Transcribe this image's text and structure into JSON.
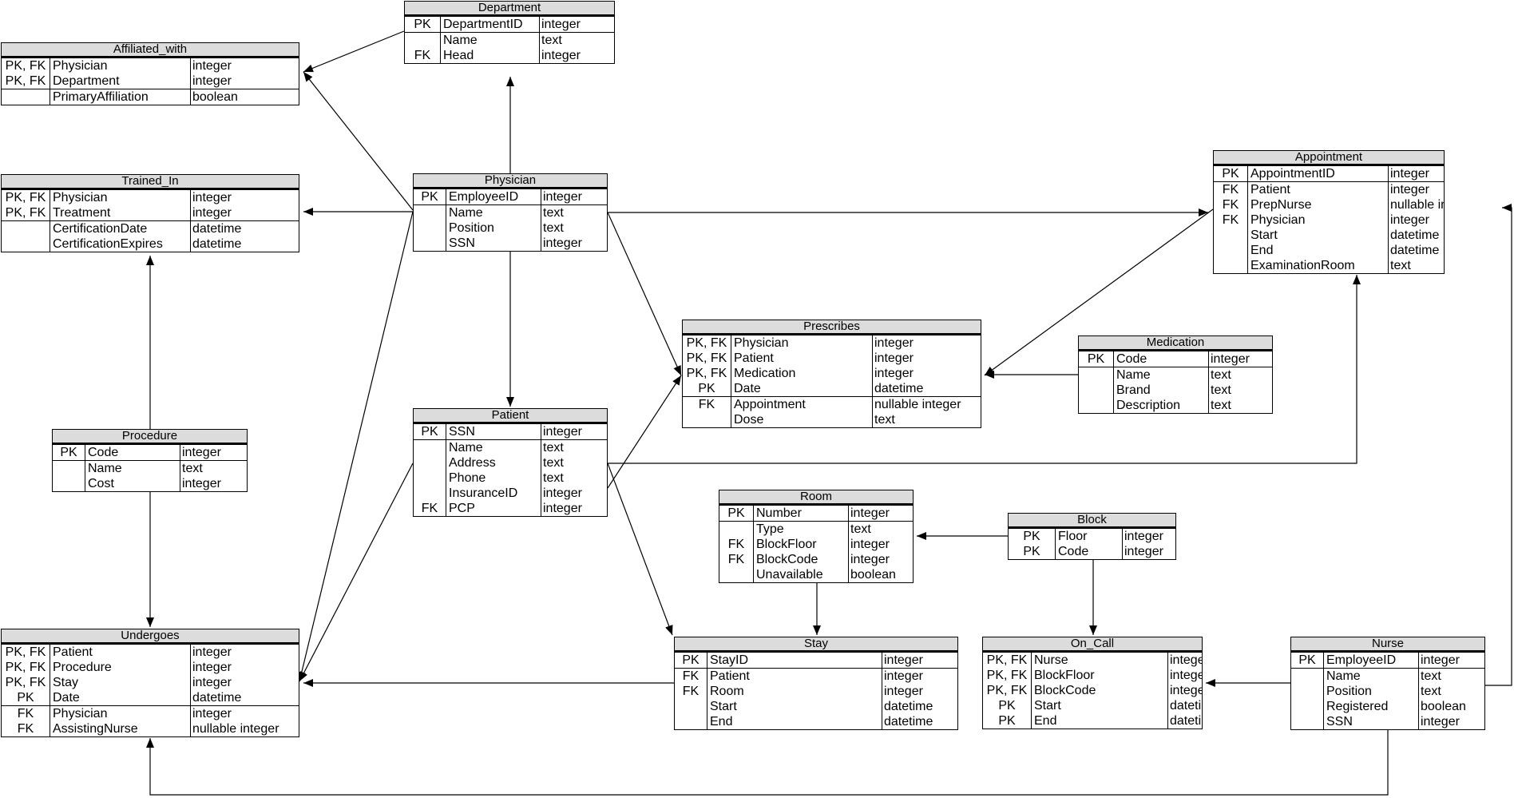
{
  "entities": [
    {
      "id": "department",
      "title": "Department",
      "groups": [
        [
          [
            "PK",
            "DepartmentID",
            "integer"
          ]
        ],
        [
          [
            "",
            "Name",
            "text"
          ],
          [
            "FK",
            "Head",
            "integer"
          ]
        ]
      ]
    },
    {
      "id": "affiliated-with",
      "title": "Affiliated_with",
      "groups": [
        [
          [
            "PK, FK",
            "Physician",
            "integer"
          ],
          [
            "PK, FK",
            "Department",
            "integer"
          ]
        ],
        [
          [
            "",
            "PrimaryAffiliation",
            "boolean"
          ]
        ]
      ]
    },
    {
      "id": "trained-in",
      "title": "Trained_In",
      "groups": [
        [
          [
            "PK, FK",
            "Physician",
            "integer"
          ],
          [
            "PK, FK",
            "Treatment",
            "integer"
          ]
        ],
        [
          [
            "",
            "CertificationDate",
            "datetime"
          ],
          [
            "",
            "CertificationExpires",
            "datetime"
          ]
        ]
      ]
    },
    {
      "id": "physician",
      "title": "Physician",
      "groups": [
        [
          [
            "PK",
            "EmployeeID",
            "integer"
          ]
        ],
        [
          [
            "",
            "Name",
            "text"
          ],
          [
            "",
            "Position",
            "text"
          ],
          [
            "",
            "SSN",
            "integer"
          ]
        ]
      ]
    },
    {
      "id": "appointment",
      "title": "Appointment",
      "groups": [
        [
          [
            "PK",
            "AppointmentID",
            "integer"
          ]
        ],
        [
          [
            "FK",
            "Patient",
            "integer"
          ],
          [
            "FK",
            "PrepNurse",
            "nullable integer"
          ],
          [
            "FK",
            "Physician",
            "integer"
          ],
          [
            "",
            "Start",
            "datetime"
          ],
          [
            "",
            "End",
            "datetime"
          ],
          [
            "",
            "ExaminationRoom",
            "text"
          ]
        ]
      ]
    },
    {
      "id": "prescribes",
      "title": "Prescribes",
      "groups": [
        [
          [
            "PK, FK",
            "Physician",
            "integer"
          ],
          [
            "PK, FK",
            "Patient",
            "integer"
          ],
          [
            "PK, FK",
            "Medication",
            "integer"
          ],
          [
            "PK",
            "Date",
            "datetime"
          ]
        ],
        [
          [
            "FK",
            "Appointment",
            "nullable integer"
          ],
          [
            "",
            "Dose",
            "text"
          ]
        ]
      ]
    },
    {
      "id": "medication",
      "title": "Medication",
      "groups": [
        [
          [
            "PK",
            "Code",
            "integer"
          ]
        ],
        [
          [
            "",
            "Name",
            "text"
          ],
          [
            "",
            "Brand",
            "text"
          ],
          [
            "",
            "Description",
            "text"
          ]
        ]
      ]
    },
    {
      "id": "procedure",
      "title": "Procedure",
      "groups": [
        [
          [
            "PK",
            "Code",
            "integer"
          ]
        ],
        [
          [
            "",
            "Name",
            "text"
          ],
          [
            "",
            "Cost",
            "integer"
          ]
        ]
      ]
    },
    {
      "id": "patient",
      "title": "Patient",
      "groups": [
        [
          [
            "PK",
            "SSN",
            "integer"
          ]
        ],
        [
          [
            "",
            "Name",
            "text"
          ],
          [
            "",
            "Address",
            "text"
          ],
          [
            "",
            "Phone",
            "text"
          ],
          [
            "",
            "InsuranceID",
            "integer"
          ],
          [
            "FK",
            "PCP",
            "integer"
          ]
        ]
      ]
    },
    {
      "id": "room",
      "title": "Room",
      "groups": [
        [
          [
            "PK",
            "Number",
            "integer"
          ]
        ],
        [
          [
            "",
            "Type",
            "text"
          ],
          [
            "FK",
            "BlockFloor",
            "integer"
          ],
          [
            "FK",
            "BlockCode",
            "integer"
          ],
          [
            "",
            "Unavailable",
            "boolean"
          ]
        ]
      ]
    },
    {
      "id": "block",
      "title": "Block",
      "groups": [
        [
          [
            "PK",
            "Floor",
            "integer"
          ],
          [
            "PK",
            "Code",
            "integer"
          ]
        ]
      ]
    },
    {
      "id": "undergoes",
      "title": "Undergoes",
      "groups": [
        [
          [
            "PK, FK",
            "Patient",
            "integer"
          ],
          [
            "PK, FK",
            "Procedure",
            "integer"
          ],
          [
            "PK, FK",
            "Stay",
            "integer"
          ],
          [
            "PK",
            "Date",
            "datetime"
          ]
        ],
        [
          [
            "FK",
            "Physician",
            "integer"
          ],
          [
            "FK",
            "AssistingNurse",
            "nullable integer"
          ]
        ]
      ]
    },
    {
      "id": "stay",
      "title": "Stay",
      "groups": [
        [
          [
            "PK",
            "StayID",
            "integer"
          ]
        ],
        [
          [
            "FK",
            "Patient",
            "integer"
          ],
          [
            "FK",
            "Room",
            "integer"
          ],
          [
            "",
            "Start",
            "datetime"
          ],
          [
            "",
            "End",
            "datetime"
          ]
        ]
      ]
    },
    {
      "id": "on-call",
      "title": "On_Call",
      "groups": [
        [
          [
            "PK, FK",
            "Nurse",
            "integer"
          ],
          [
            "PK, FK",
            "BlockFloor",
            "integer"
          ],
          [
            "PK, FK",
            "BlockCode",
            "integer"
          ],
          [
            "PK",
            "Start",
            "datetime"
          ],
          [
            "PK",
            "End",
            "datetime"
          ]
        ]
      ]
    },
    {
      "id": "nurse",
      "title": "Nurse",
      "groups": [
        [
          [
            "PK",
            "EmployeeID",
            "integer"
          ]
        ],
        [
          [
            "",
            "Name",
            "text"
          ],
          [
            "",
            "Position",
            "text"
          ],
          [
            "",
            "Registered",
            "boolean"
          ],
          [
            "",
            "SSN",
            "integer"
          ]
        ]
      ]
    }
  ],
  "relationships": [
    {
      "from": "department",
      "to": "affiliated-with"
    },
    {
      "from": "physician",
      "to": "affiliated-with"
    },
    {
      "from": "physician",
      "to": "department"
    },
    {
      "from": "physician",
      "to": "trained-in"
    },
    {
      "from": "procedure",
      "to": "trained-in"
    },
    {
      "from": "physician",
      "to": "appointment"
    },
    {
      "from": "physician",
      "to": "prescribes"
    },
    {
      "from": "physician",
      "to": "patient"
    },
    {
      "from": "physician",
      "to": "undergoes"
    },
    {
      "from": "appointment",
      "to": "prescribes"
    },
    {
      "from": "medication",
      "to": "prescribes"
    },
    {
      "from": "patient",
      "to": "prescribes"
    },
    {
      "from": "patient",
      "to": "appointment"
    },
    {
      "from": "patient",
      "to": "undergoes"
    },
    {
      "from": "patient",
      "to": "stay"
    },
    {
      "from": "procedure",
      "to": "undergoes"
    },
    {
      "from": "room",
      "to": "stay"
    },
    {
      "from": "block",
      "to": "room"
    },
    {
      "from": "block",
      "to": "on-call"
    },
    {
      "from": "stay",
      "to": "undergoes"
    },
    {
      "from": "nurse",
      "to": "on-call"
    },
    {
      "from": "nurse",
      "to": "appointment"
    },
    {
      "from": "nurse",
      "to": "undergoes"
    }
  ]
}
